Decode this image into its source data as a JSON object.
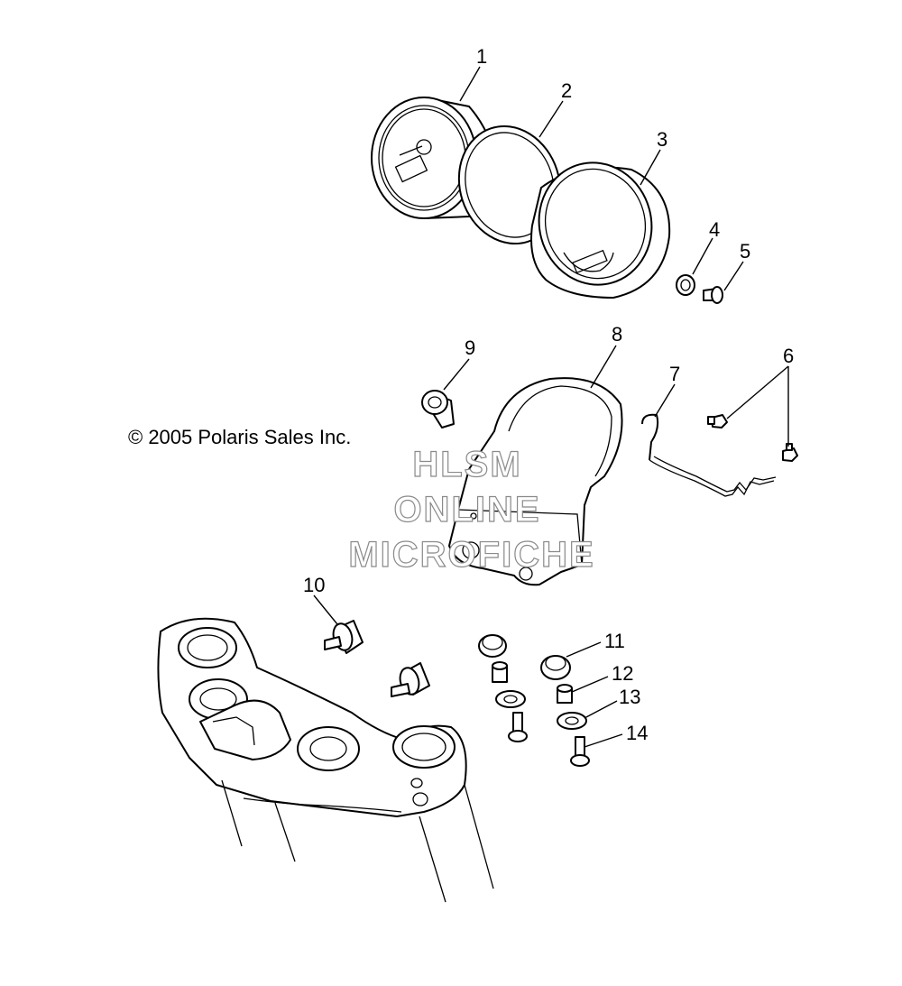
{
  "copyright": "© 2005 Polaris Sales Inc.",
  "watermark": [
    "HLSM",
    "ONLINE",
    "MICROFICHE"
  ],
  "callouts": [
    "1",
    "2",
    "3",
    "4",
    "5",
    "6",
    "7",
    "8",
    "9",
    "10",
    "11",
    "12",
    "13",
    "14"
  ],
  "parts": [
    {
      "ref": "1",
      "name": "speedometer-gauge"
    },
    {
      "ref": "2",
      "name": "gauge-seal-ring"
    },
    {
      "ref": "3",
      "name": "gauge-housing-cup"
    },
    {
      "ref": "4",
      "name": "washer"
    },
    {
      "ref": "5",
      "name": "screw"
    },
    {
      "ref": "6",
      "name": "fastener"
    },
    {
      "ref": "7",
      "name": "wire-bracket"
    },
    {
      "ref": "8",
      "name": "gauge-mounting-bracket"
    },
    {
      "ref": "9",
      "name": "grommet"
    },
    {
      "ref": "10",
      "name": "rubber-mount"
    },
    {
      "ref": "11",
      "name": "grommet"
    },
    {
      "ref": "12",
      "name": "spacer"
    },
    {
      "ref": "13",
      "name": "washer"
    },
    {
      "ref": "14",
      "name": "bolt"
    }
  ]
}
